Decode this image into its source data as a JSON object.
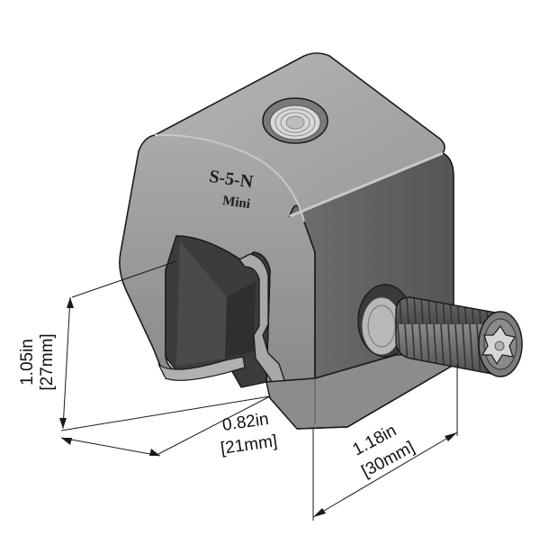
{
  "product": {
    "name": "S-5-N",
    "subname": "Mini"
  },
  "dimensions": {
    "height": {
      "imperial": "1.05in",
      "metric": "[27mm]"
    },
    "width": {
      "imperial": "0.82in",
      "metric": "[21mm]"
    },
    "length": {
      "imperial": "1.18in",
      "metric": "[30mm]"
    }
  },
  "colors": {
    "line": "#1a1a1a",
    "metal_light": "#a4a4a4",
    "metal_mid": "#8e8e8e",
    "metal_dark": "#5f5f5f",
    "metal_shadow": "#3f3f3f",
    "bolt": "#6a6a6a",
    "hole": "#d8d8d8"
  }
}
